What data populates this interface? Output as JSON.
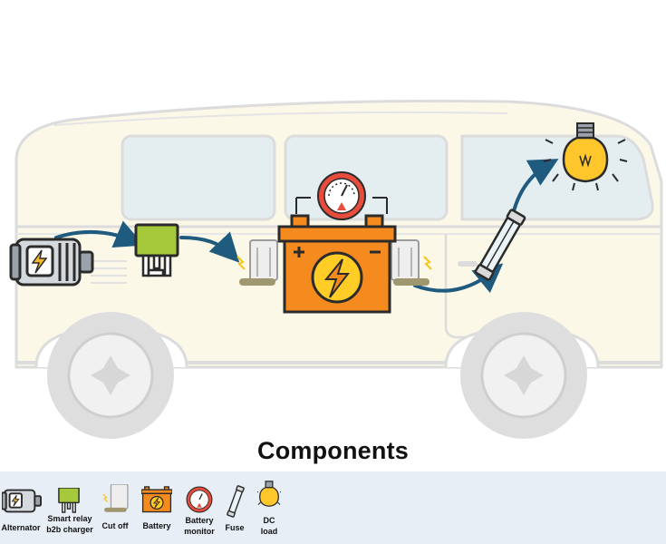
{
  "title": "Components",
  "components": [
    {
      "id": "alternator",
      "label": "Alternator",
      "icon": "alternator-icon"
    },
    {
      "id": "relay",
      "label": "Smart relay\nb2b charger",
      "icon": "relay-icon"
    },
    {
      "id": "cutoff",
      "label": "Cut off",
      "icon": "cutoff-switch-icon"
    },
    {
      "id": "battery",
      "label": "Battery",
      "icon": "battery-icon"
    },
    {
      "id": "monitor",
      "label": "Battery\nmonitor",
      "icon": "gauge-icon"
    },
    {
      "id": "fuse",
      "label": "Fuse",
      "icon": "fuse-icon"
    },
    {
      "id": "dcload",
      "label": "DC\nload",
      "icon": "light-bulb-icon"
    }
  ],
  "colors": {
    "van_body": "#fbf8e8",
    "van_outline": "#dcdcdc",
    "window": "#e4eef1",
    "arrow": "#1e5b7e",
    "battery": "#f58b1f",
    "relay": "#a5c93a",
    "monitor": "#e74c3c",
    "bulb": "#ffc72c",
    "legend_bg": "#e7eef6"
  }
}
